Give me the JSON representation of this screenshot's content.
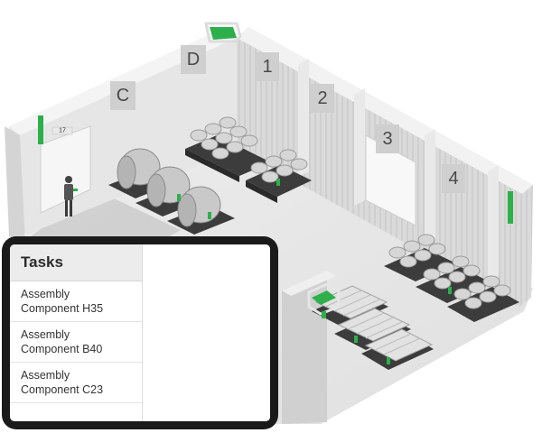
{
  "zones": {
    "labels": [
      "C",
      "D",
      "1",
      "2",
      "3",
      "4"
    ],
    "door_number": "17"
  },
  "tasks": {
    "title": "Tasks",
    "items": [
      "Assembly\nComponent H35",
      "Assembly\nComponent B40",
      "Assembly\nComponent C23"
    ]
  },
  "colors": {
    "accent_green": "#2db04b",
    "tablet_frame": "#1a1a1a"
  }
}
